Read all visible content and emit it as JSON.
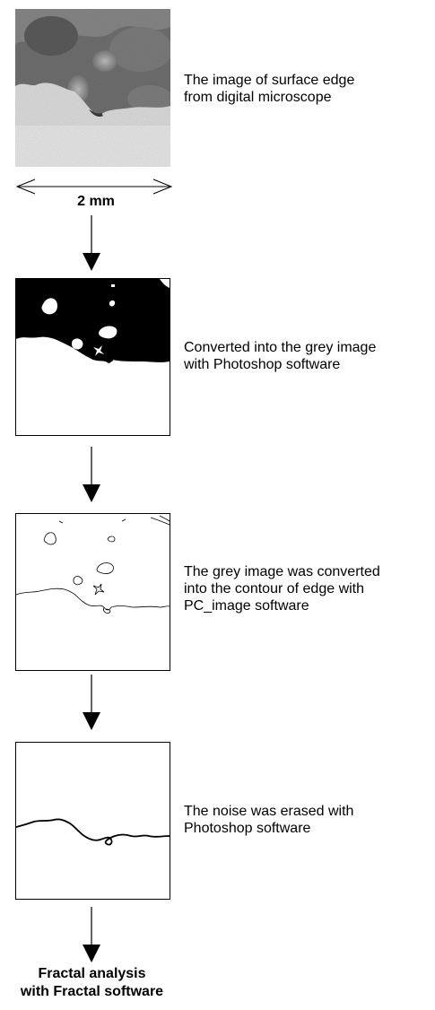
{
  "steps": [
    {
      "lines": [
        "The image of surface edge",
        "from digital microscope"
      ]
    },
    {
      "lines": [
        "Converted into the grey image",
        "with Photoshop software"
      ]
    },
    {
      "lines": [
        "The grey image was converted",
        "into the contour of edge with",
        "PC_image software"
      ]
    },
    {
      "lines": [
        "The noise was erased with",
        "Photoshop software"
      ]
    }
  ],
  "scale_bar": {
    "label": "2 mm"
  },
  "final": {
    "lines": [
      "Fractal analysis",
      "with Fractal software"
    ]
  }
}
